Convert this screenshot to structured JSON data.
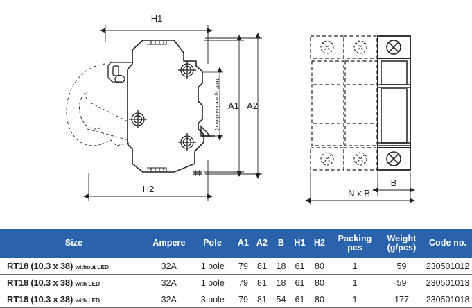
{
  "drawing_left": {
    "name": "side-view-dimensioned-drawing",
    "labels": {
      "h1": "H1",
      "h2": "H2",
      "a1": "A1",
      "a2": "A2",
      "rail": "TH35 (guide installation)"
    }
  },
  "drawing_right": {
    "name": "front-view-multipole-drawing",
    "labels": {
      "b": "B",
      "nxb": "N x B"
    }
  },
  "table": {
    "headers": {
      "size": "Size",
      "ampere": "Ampere",
      "pole": "Pole",
      "a1": "A1",
      "a2": "A2",
      "b": "B",
      "h1": "H1",
      "h2": "H2",
      "packing_line1": "Packing",
      "packing_line2": "pcs",
      "weight_line1": "Weight",
      "weight_line2": "(g/pcs)",
      "code": "Code no."
    },
    "rows": [
      {
        "size_main": "RT18 (10.3 x 38)",
        "size_note": "without LED",
        "ampere": "32A",
        "pole": "1 pole",
        "a1": "79",
        "a2": "81",
        "b": "18",
        "h1": "61",
        "h2": "80",
        "packing": "1",
        "weight": "59",
        "code": "230501012"
      },
      {
        "size_main": "RT18 (10.3 x 38)",
        "size_note": "with LED",
        "ampere": "32A",
        "pole": "1 pole",
        "a1": "79",
        "a2": "81",
        "b": "18",
        "h1": "61",
        "h2": "80",
        "packing": "1",
        "weight": "59",
        "code": "230501013"
      },
      {
        "size_main": "RT18 (10.3 x 38)",
        "size_note": "with LED",
        "ampere": "32A",
        "pole": "3 pole",
        "a1": "79",
        "a2": "81",
        "b": "54",
        "h1": "61",
        "h2": "80",
        "packing": "1",
        "weight": "177",
        "code": "230501018"
      }
    ]
  },
  "colors": {
    "header_blue": "#2a63ac",
    "line": "#231f20",
    "rule": "#6d6e71"
  }
}
